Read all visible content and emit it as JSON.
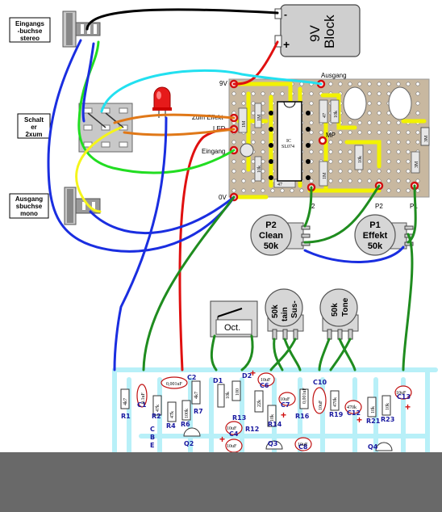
{
  "labels": {
    "input_jack": [
      "Eingangs",
      "-buchse",
      "stereo"
    ],
    "switch": [
      "Schalt",
      "er",
      "2xum"
    ],
    "output_jack": [
      "Ausgang",
      "sbuchse",
      "mono"
    ],
    "battery_top": "9V",
    "battery_bottom": "Block",
    "battery_minus": "-",
    "battery_plus": "+",
    "pad_9v": "9V",
    "pad_zum_effekt": "Zum Effekt",
    "pad_led": "LED",
    "pad_eingang": "Eingang",
    "pad_0v": "0V",
    "pad_ausgang": "Ausgang",
    "pad_mp": "MP",
    "ic": [
      "IC",
      "SL074"
    ],
    "pot_p2_clean": [
      "P2",
      "Clean",
      "50k"
    ],
    "pot_p1_effekt": [
      "P1",
      "Effekt",
      "50k"
    ],
    "pot_p2_label": "P2",
    "pot_p1_label": "P1",
    "pot_p2_mark": "2",
    "pot_sustain": [
      "Sus-",
      "tain",
      "50k"
    ],
    "pot_tone": [
      "Tone",
      "50k"
    ],
    "oct_switch": "Oct.",
    "board_values": [
      "1M",
      "1M",
      "10k",
      "47",
      "47",
      "10k",
      "1M",
      "10k",
      "3M",
      "3M"
    ]
  },
  "pcb": {
    "refs": [
      "R1",
      "C1",
      "R2",
      "R4",
      "R6",
      "R7",
      "C2",
      "D1",
      "D2",
      "R13",
      "C6",
      "C4",
      "R12",
      "R14",
      "C7",
      "R16",
      "C10",
      "R19",
      "C12",
      "R21",
      "R23",
      "C13",
      "Q2",
      "Q3",
      "Q4",
      "C8",
      "C",
      "B",
      "E"
    ],
    "values": [
      "4k7",
      "0.1uF",
      "47k",
      "47k",
      "100k",
      "4k7",
      "0,001uF",
      "100",
      "10uF",
      "10uF",
      "10uF",
      "22k",
      "10k",
      "10uF",
      "10uF",
      "10uF",
      "470k",
      "10k",
      "10uF",
      "0,001uF",
      "10k",
      "470k",
      "10k"
    ]
  },
  "colors": {
    "wire_black": "#000000",
    "wire_blue": "#1a2ee0",
    "wire_green": "#1f8c1f",
    "wire_lightgreen": "#22dd22",
    "wire_cyan": "#22e0f0",
    "wire_yellow": "#f5f51a",
    "wire_orange": "#e07818",
    "wire_red": "#e01010",
    "pcb_trace": "#b8f0f8",
    "band": "#696969"
  }
}
